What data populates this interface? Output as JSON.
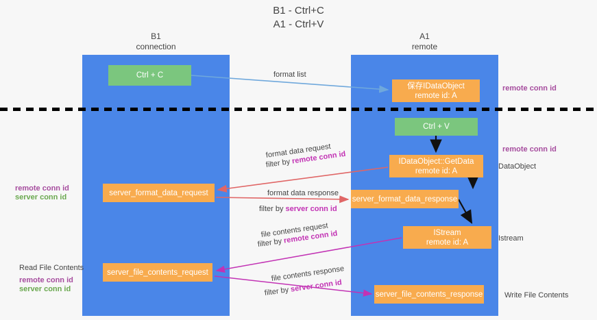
{
  "title": {
    "line1": "B1 - Ctrl+C",
    "line2": "A1 - Ctrl+V"
  },
  "lanes": [
    {
      "id": "b1",
      "name": "B1",
      "role": "connection",
      "color": "#4a86e8"
    },
    {
      "id": "a1",
      "name": "A1",
      "role": "remote",
      "color": "#4a86e8"
    }
  ],
  "nodes": {
    "ctrl_c": {
      "label": "Ctrl + C",
      "sub": "",
      "color": "#7bc67e"
    },
    "idataobject": {
      "label": "保存IDataObject",
      "sub": "remote id: A",
      "color": "#f8ab4e"
    },
    "ctrl_v": {
      "label": "Ctrl + V",
      "sub": "",
      "color": "#7bc67e"
    },
    "getdata": {
      "label": "IDataObject::GetData",
      "sub": "remote id: A",
      "color": "#f8ab4e"
    },
    "sfd_request": {
      "label": "server_format_data_request",
      "sub": "",
      "color": "#f8ab4e"
    },
    "sfd_response": {
      "label": "server_format_data_response",
      "sub": "",
      "color": "#f8ab4e"
    },
    "istream": {
      "label": "IStream",
      "sub": "remote id: A",
      "color": "#f8ab4e"
    },
    "sfc_request": {
      "label": "server_file_contents_request",
      "sub": "",
      "color": "#f8ab4e"
    },
    "sfc_response": {
      "label": "server_file_contents_response",
      "sub": "",
      "color": "#f8ab4e"
    }
  },
  "edge_labels": {
    "format_list": "format list",
    "format_data_request": "format data request",
    "format_data_request_filter_prefix": "filter by ",
    "format_data_request_filter_key": "remote conn id",
    "format_data_response": "format data response",
    "format_data_response_filter_prefix": "filter by ",
    "format_data_response_filter_key": "server conn id",
    "file_contents_request": "file contents request",
    "file_contents_request_filter_prefix": "filter by ",
    "file_contents_request_filter_key": "remote conn id",
    "file_contents_response": "file contents response",
    "file_contents_response_filter_prefix": "filter by ",
    "file_contents_response_filter_key": "server conn id"
  },
  "right_annotations": {
    "remote_conn_id_top": "remote conn id",
    "remote_conn_id_mid": "remote conn id",
    "dataobject": "DataObject",
    "istream": "Istream",
    "write_file_contents": "Write File Contents"
  },
  "left_annotations": {
    "remote_conn_id_mid": "remote conn id",
    "server_conn_id_mid": "server conn id",
    "read_file_contents": "Read File Contents",
    "remote_conn_id_bottom": "remote conn id",
    "server_conn_id_bottom": "server conn id"
  },
  "colors": {
    "lane": "#4a86e8",
    "green_node": "#7bc67e",
    "orange_node": "#f8ab4e",
    "purple_text": "#a64d9e",
    "magenta_text": "#c232b4",
    "green_text": "#6aa84f",
    "arrow_blue": "#6fa8dc",
    "arrow_red": "#e06666",
    "arrow_magenta": "#c232b4",
    "arrow_black": "#000000",
    "background": "#f7f7f7"
  }
}
